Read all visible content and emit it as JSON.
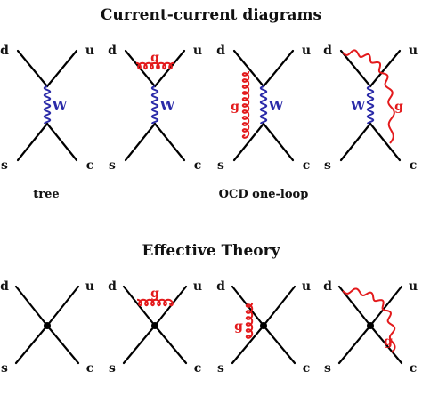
{
  "titles": {
    "top": "Current-current diagrams",
    "bottom": "Effective Theory"
  },
  "captions": {
    "tree": "tree",
    "loop": "OCD one-loop"
  },
  "labels": {
    "d": "d",
    "u": "u",
    "s": "s",
    "c": "c",
    "W": "W",
    "g": "g"
  },
  "colors": {
    "quark": "#000000",
    "w_boson": "#2a2aa8",
    "gluon": "#e31a1c",
    "vertex": "#000000"
  }
}
